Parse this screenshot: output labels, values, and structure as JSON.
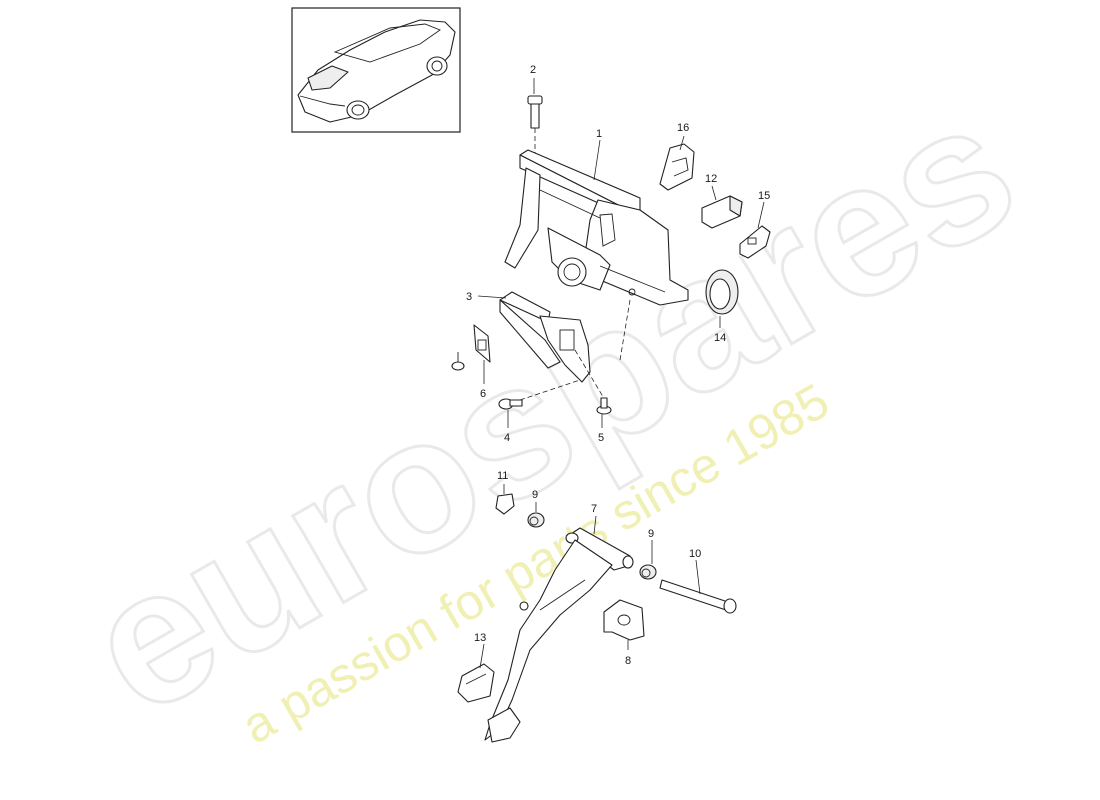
{
  "watermark": {
    "brand": "eurospares",
    "tagline": "a passion for parts since 1985"
  },
  "callouts": [
    "1",
    "2",
    "3",
    "4",
    "5",
    "6",
    "7",
    "8",
    "9",
    "9",
    "10",
    "11",
    "12",
    "13",
    "14",
    "15",
    "16"
  ],
  "colors": {
    "line": "#222222",
    "watermark_text": "#d8d8d8",
    "watermark_tagline": "#ecec9c"
  }
}
